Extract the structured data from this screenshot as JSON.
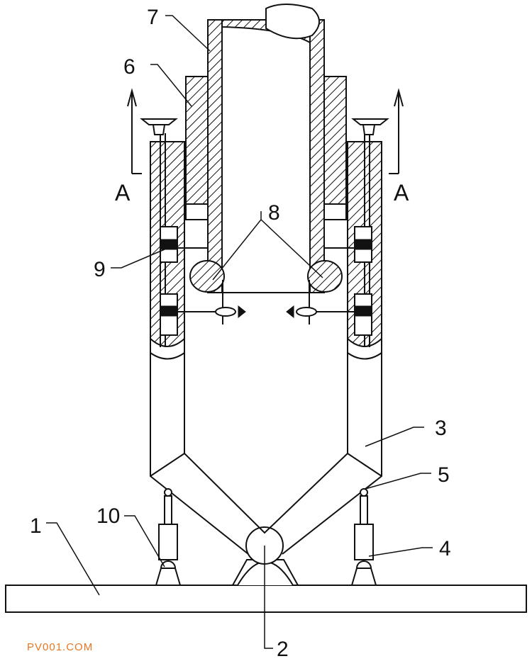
{
  "labels": {
    "l1": "1",
    "l2": "2",
    "l3": "3",
    "l4": "4",
    "l5": "5",
    "l6": "6",
    "l7": "7",
    "l8": "8",
    "l9": "9",
    "l10": "10",
    "section_left": "A",
    "section_right": "A"
  },
  "watermark": "PV001.COM",
  "colors": {
    "line": "#111111",
    "background": "#ffffff",
    "watermark": "#e87722"
  }
}
